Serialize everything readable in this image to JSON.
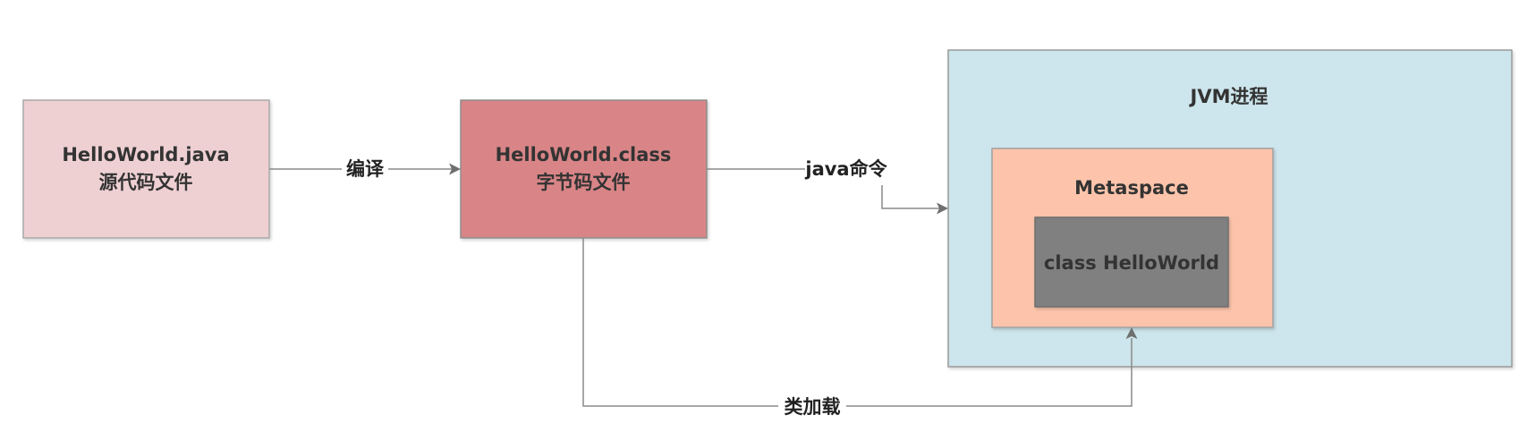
{
  "nodes": {
    "source": {
      "title": "HelloWorld.java",
      "subtitle": "源代码文件",
      "fill": "#eed0d3",
      "border": "#a8a8a8"
    },
    "bytecode": {
      "title": "HelloWorld.class",
      "subtitle": "字节码文件",
      "fill": "#d98587",
      "border": "#8e8e8e"
    },
    "jvm": {
      "title": "JVM进程",
      "fill": "#cde5ec",
      "border": "#9a9a9a"
    },
    "metaspace": {
      "title": "Metaspace",
      "fill": "#fdc4ab",
      "border": "#a0a0a0"
    },
    "class": {
      "title": "class HelloWorld",
      "fill": "#808080",
      "border": "#6e6e6e"
    }
  },
  "edges": {
    "compile": {
      "label": "编译"
    },
    "java_cmd": {
      "label": "java命令"
    },
    "class_load": {
      "label": "类加载"
    }
  }
}
